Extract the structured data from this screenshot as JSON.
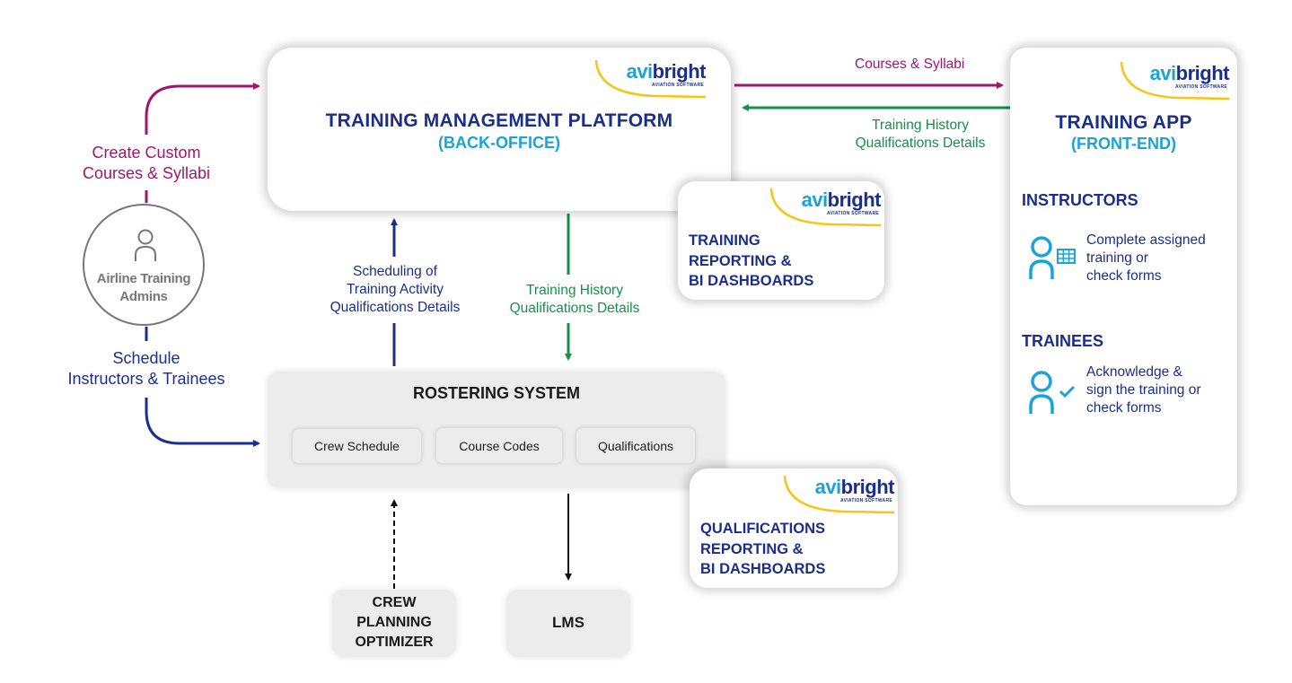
{
  "brand": {
    "logo_avi": "avi",
    "logo_bright": "bright",
    "logo_sub": "AVIATION SOFTWARE",
    "colors": {
      "navy": "#1b2f8a",
      "cyan": "#1aa3d8",
      "magenta": "#a0166f",
      "green": "#15904a",
      "logo_swoosh": "#f5c518",
      "gray_box": "#ececec",
      "admin_gray": "#777777"
    }
  },
  "tmp": {
    "title": "TRAINING MANAGEMENT PLATFORM",
    "subtitle": "(BACK-OFFICE)"
  },
  "training_app": {
    "title": "TRAINING APP",
    "subtitle": "(FRONT-END)",
    "instructors": {
      "heading": "INSTRUCTORS",
      "icon": "user-table-icon",
      "lines": [
        "Complete assigned",
        "training or",
        "check forms"
      ]
    },
    "trainees": {
      "heading": "TRAINEES",
      "icon": "user-check-icon",
      "lines": [
        "Acknowledge &",
        "sign the training or",
        "check forms"
      ]
    }
  },
  "training_reporting": {
    "lines": [
      "TRAINING",
      "REPORTING &",
      "BI DASHBOARDS"
    ]
  },
  "qualifications_reporting": {
    "lines": [
      "QUALIFICATIONS",
      "REPORTING &",
      "BI DASHBOARDS"
    ]
  },
  "rostering": {
    "title": "ROSTERING SYSTEM",
    "chips": [
      "Crew  Schedule",
      "Course Codes",
      "Qualifications"
    ]
  },
  "crew_planning": {
    "lines": [
      "CREW",
      "PLANNING",
      "OPTIMIZER"
    ]
  },
  "lms": {
    "label": "LMS"
  },
  "admins": {
    "icon": "user-icon",
    "lines": [
      "Airline Training",
      "Admins"
    ]
  },
  "flows": {
    "create_custom": [
      "Create Custom",
      "Courses & Syllabi"
    ],
    "schedule": [
      "Schedule",
      "Instructors & Trainees"
    ],
    "courses_syllabi": "Courses & Syllabi",
    "history_to_tmp": [
      "Training History",
      "Qualifications Details"
    ],
    "scheduling_up": [
      "Scheduling of",
      "Training Activity",
      "Qualifications Details"
    ],
    "history_down": [
      "Training History",
      "Qualifications Details"
    ]
  }
}
